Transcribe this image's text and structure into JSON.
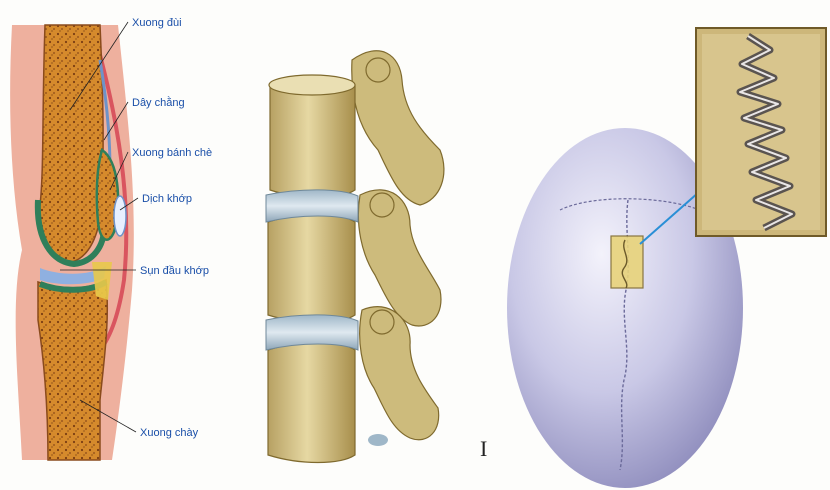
{
  "knee": {
    "labels": {
      "femur": "Xuong đùi",
      "ligament": "Dây chằng",
      "patella": "Xuong bánh chè",
      "synovial_fluid": "Dịch khớp",
      "cartilage": "Sụn đầu khớp",
      "tibia": "Xuong chày"
    }
  },
  "marker_text": "I",
  "colors": {
    "label_text": "#1a4fa8",
    "bone": "#d58a2c",
    "cartilage": "#2f7f5a",
    "skull": "#c9c8e6"
  }
}
